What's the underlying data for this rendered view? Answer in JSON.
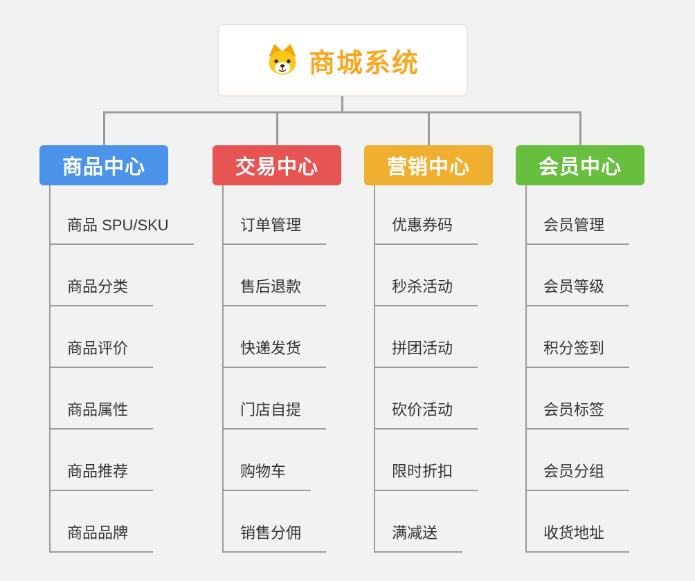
{
  "root": {
    "title": "商城系统",
    "accent_color": "#f7a823",
    "icon": "dog-face-icon"
  },
  "connector_color": "#9b9b9b",
  "background_color": "#f2f2f2",
  "branches": [
    {
      "title": "商品中心",
      "color": "#4c93ea",
      "items": [
        "商品 SPU/SKU",
        "商品分类",
        "商品评价",
        "商品属性",
        "商品推荐",
        "商品品牌"
      ]
    },
    {
      "title": "交易中心",
      "color": "#e65553",
      "items": [
        "订单管理",
        "售后退款",
        "快递发货",
        "门店自提",
        "购物车",
        "销售分佣"
      ]
    },
    {
      "title": "营销中心",
      "color": "#efaf31",
      "items": [
        "优惠券码",
        "秒杀活动",
        "拼团活动",
        "砍价活动",
        "限时折扣",
        "满减送"
      ]
    },
    {
      "title": "会员中心",
      "color": "#68be3e",
      "items": [
        "会员管理",
        "会员等级",
        "积分签到",
        "会员标签",
        "会员分组",
        "收货地址"
      ]
    }
  ]
}
